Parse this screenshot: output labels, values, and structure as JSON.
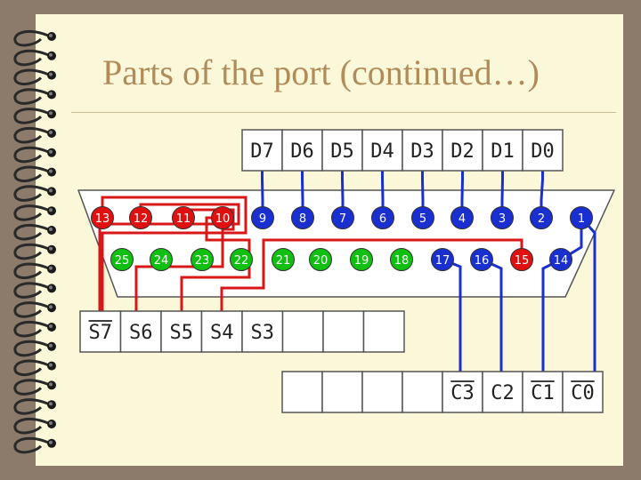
{
  "slide": {
    "title": "Parts of the port (continued…)"
  },
  "data_register": [
    "D7",
    "D6",
    "D5",
    "D4",
    "D3",
    "D2",
    "D1",
    "D0"
  ],
  "status_register": [
    "S7",
    "S6",
    "S5",
    "S4",
    "S3",
    "",
    "",
    ""
  ],
  "control_register": [
    "",
    "",
    "",
    "",
    "C3",
    "C2",
    "C1",
    "C0"
  ],
  "inverted_bits": [
    "S7",
    "C3",
    "C1",
    "C0"
  ],
  "connector": {
    "top_row": [
      {
        "pin": "13",
        "group": "status"
      },
      {
        "pin": "12",
        "group": "status"
      },
      {
        "pin": "11",
        "group": "status"
      },
      {
        "pin": "10",
        "group": "status"
      },
      {
        "pin": "9",
        "group": "data"
      },
      {
        "pin": "8",
        "group": "data"
      },
      {
        "pin": "7",
        "group": "data"
      },
      {
        "pin": "6",
        "group": "data"
      },
      {
        "pin": "5",
        "group": "data"
      },
      {
        "pin": "4",
        "group": "data"
      },
      {
        "pin": "3",
        "group": "data"
      },
      {
        "pin": "2",
        "group": "data"
      },
      {
        "pin": "1",
        "group": "control"
      }
    ],
    "bottom_row": [
      {
        "pin": "25",
        "group": "ground"
      },
      {
        "pin": "24",
        "group": "ground"
      },
      {
        "pin": "23",
        "group": "ground"
      },
      {
        "pin": "22",
        "group": "ground"
      },
      {
        "pin": "21",
        "group": "ground"
      },
      {
        "pin": "20",
        "group": "ground"
      },
      {
        "pin": "19",
        "group": "ground"
      },
      {
        "pin": "18",
        "group": "ground"
      },
      {
        "pin": "17",
        "group": "control"
      },
      {
        "pin": "16",
        "group": "control"
      },
      {
        "pin": "15",
        "group": "status"
      },
      {
        "pin": "14",
        "group": "control"
      }
    ]
  },
  "colors": {
    "status": "#e01010",
    "data": "#1a2fd0",
    "control": "#1a2fd0",
    "ground": "#10c010",
    "status_wire": "#d81818",
    "data_wire": "#1a2fd0",
    "title": "#b08c5a",
    "paper": "#fbf7d9",
    "frame": "#8c7a6a"
  }
}
